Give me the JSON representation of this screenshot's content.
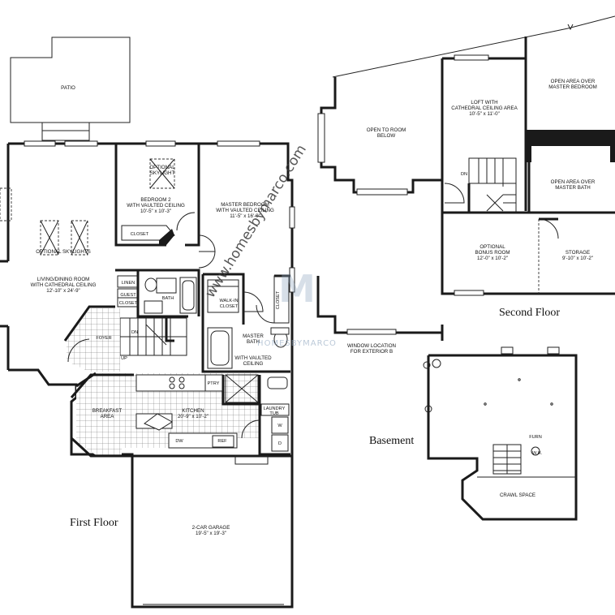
{
  "rooms": {
    "patio": "PATIO",
    "optional_skylight": [
      "OPTIONAL",
      "SKYLIGHT"
    ],
    "bedroom2": [
      "BEDROOM 2",
      "WITH VAULTED CEILING",
      "10'-5\" x 10'-3\""
    ],
    "master_bedroom": [
      "MASTER BEDROOM",
      "WITH VAULTED CEILING",
      "11'-5\" x 16'-0\""
    ],
    "closet_b2": "CLOSET",
    "optional_skylights": "OPTIONAL SKYLIGHTS",
    "living_dining": [
      "LIVING/DINING ROOM",
      "WITH CATHEDRAL CEILING",
      "12'-10\" x 24'-9\""
    ],
    "linen": "LINEN",
    "guest_closet": [
      "GUEST",
      "CLOSET"
    ],
    "bath": "BATH",
    "walk_in_closet": [
      "WALK-IN",
      "CLOSET"
    ],
    "closet_master": "CLOSET",
    "foyer": "FOYER",
    "dn_first": "DN",
    "up_first": "UP",
    "master_bath": [
      "MASTER",
      "BATH",
      "WITH VAULTED",
      "CEILING"
    ],
    "ptry": "PTRY",
    "breakfast": [
      "BREAKFAST",
      "AREA"
    ],
    "kitchen": [
      "KITCHEN",
      "20'-9\" x 10'-2\""
    ],
    "dw": "DW",
    "ref": "REF",
    "laundry": [
      "LAUNDRY",
      "TUB"
    ],
    "washer": "W",
    "dryer": "D",
    "garage": [
      "2-CAR GARAGE",
      "19'-5\" x 19'-3\""
    ],
    "open_to_room_below": [
      "OPEN TO ROOM",
      "BELOW"
    ],
    "loft": [
      "LOFT WITH",
      "CATHEDRAL CEILING AREA",
      "10'-5\" x 11'-0\""
    ],
    "open_area_master_bedroom": [
      "OPEN AREA OVER",
      "MASTER BEDROOM"
    ],
    "open_area_master_bath": [
      "OPEN AREA OVER",
      "MASTER BATH"
    ],
    "dn_second": "DN",
    "bonus_room": [
      "OPTIONAL",
      "BONUS ROOM",
      "12'-0\" x 10'-2\""
    ],
    "storage": [
      "STORAGE",
      "9'-10\" x 10'-2\""
    ],
    "window_location": [
      "WINDOW LOCATION",
      "FOR EXTERIOR B"
    ],
    "furn": "FURN",
    "wh": "W.H.",
    "crawl_space": "CRAWL SPACE"
  },
  "floors": {
    "first": "First Floor",
    "second": "Second Floor",
    "basement": "Basement"
  },
  "watermark": {
    "url": "www.homesbymarco.com",
    "brand": "HOMESBYMARCO",
    "logo_letter": "M"
  },
  "colors": {
    "ink": "#1a1a1a",
    "watermark": "#8fa6bf"
  }
}
